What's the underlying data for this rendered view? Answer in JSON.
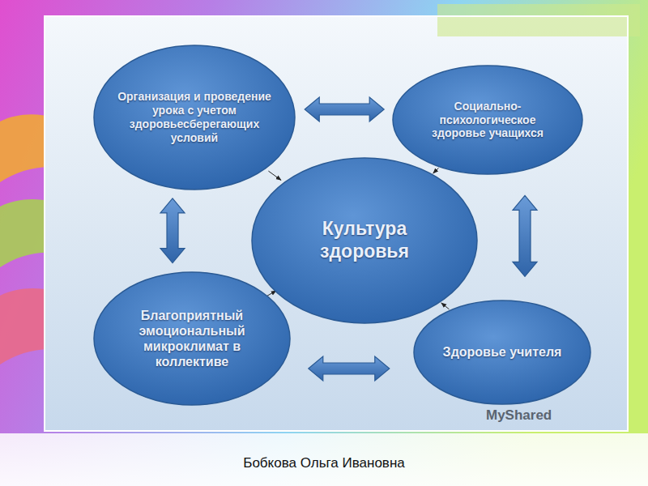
{
  "diagram": {
    "caption": "Бобкова Ольга Ивановна",
    "nodes": [
      {
        "text": [
          "Организация и проведение урока с учетом здоровьесберегающих условий"
        ]
      },
      {
        "text": [
          "Социально-психологическое здоровье учащихся"
        ]
      },
      {
        "text": [
          "Культура здоровья"
        ]
      },
      {
        "text": [
          "Благоприятный эмоциональный микроклимат в коллективе"
        ]
      },
      {
        "text": [
          "Здоровье учителя"
        ]
      }
    ],
    "edges": [
      {
        "from": 0,
        "to": 1,
        "arrow": "both"
      },
      {
        "from": 0,
        "to": 3,
        "arrow": "both"
      },
      {
        "from": 3,
        "to": 4,
        "arrow": "both"
      },
      {
        "from": 1,
        "to": 4,
        "arrow": "both"
      },
      {
        "from": 0,
        "to": 2,
        "arrow": "to"
      },
      {
        "from": 1,
        "to": 2,
        "arrow": "to"
      },
      {
        "from": 3,
        "to": 2,
        "arrow": "to"
      },
      {
        "from": 4,
        "to": 2,
        "arrow": "to"
      }
    ],
    "labels": [
      "MyShared"
    ]
  }
}
